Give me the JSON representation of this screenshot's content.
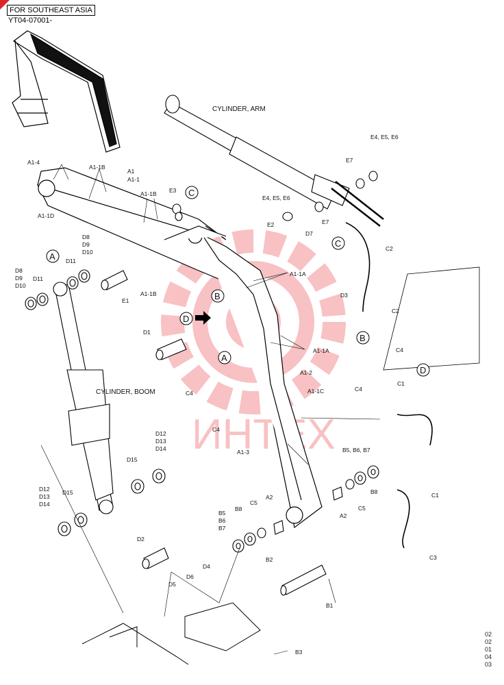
{
  "header": {
    "region_label": "FOR SOUTHEAST ASIA",
    "serial_range": "YT04-07001-"
  },
  "watermark": {
    "text": "ИНТЕХ",
    "color": "#e8242a"
  },
  "section_titles": {
    "cylinder_arm": "CYLINDER, ARM",
    "cylinder_boom": "CYLINDER, BOOM"
  },
  "callouts": {
    "a": "A",
    "b": "B",
    "c": "C",
    "d": "D"
  },
  "part_labels": {
    "a1_4": "A1-4",
    "a1_1b": "A1-1B",
    "a1": "A1",
    "a1_1": "A1-1",
    "a1_1d": "A1-1D",
    "a1_1a": "A1-1A",
    "a1_2": "A1-2",
    "a1_1c": "A1-1C",
    "a1_3": "A1-3",
    "a2": "A2",
    "b1": "B1",
    "b2": "B2",
    "b3": "B3",
    "b5b6b7": "B5, B6, B7",
    "b5": "B5",
    "b6": "B6",
    "b7": "B7",
    "b8": "B8",
    "c1": "C1",
    "c2": "C2",
    "c3": "C3",
    "c4": "C4",
    "c5": "C5",
    "d1": "D1",
    "d2": "D2",
    "d3": "D3",
    "d4": "D4",
    "d5": "D5",
    "d6": "D6",
    "d7": "D7",
    "d8": "D8",
    "d9": "D9",
    "d10": "D10",
    "d11": "D11",
    "d12": "D12",
    "d13": "D13",
    "d14": "D14",
    "d15": "D15",
    "e1": "E1",
    "e2": "E2",
    "e3": "E3",
    "e4e5e6": "E4, E5, E6",
    "e7": "E7"
  },
  "side_codes": [
    "02",
    "02",
    "01",
    "04",
    "03"
  ],
  "icons": {
    "pointer_arrow": "arrow-right-icon",
    "logo": "gear-logo-watermark"
  }
}
